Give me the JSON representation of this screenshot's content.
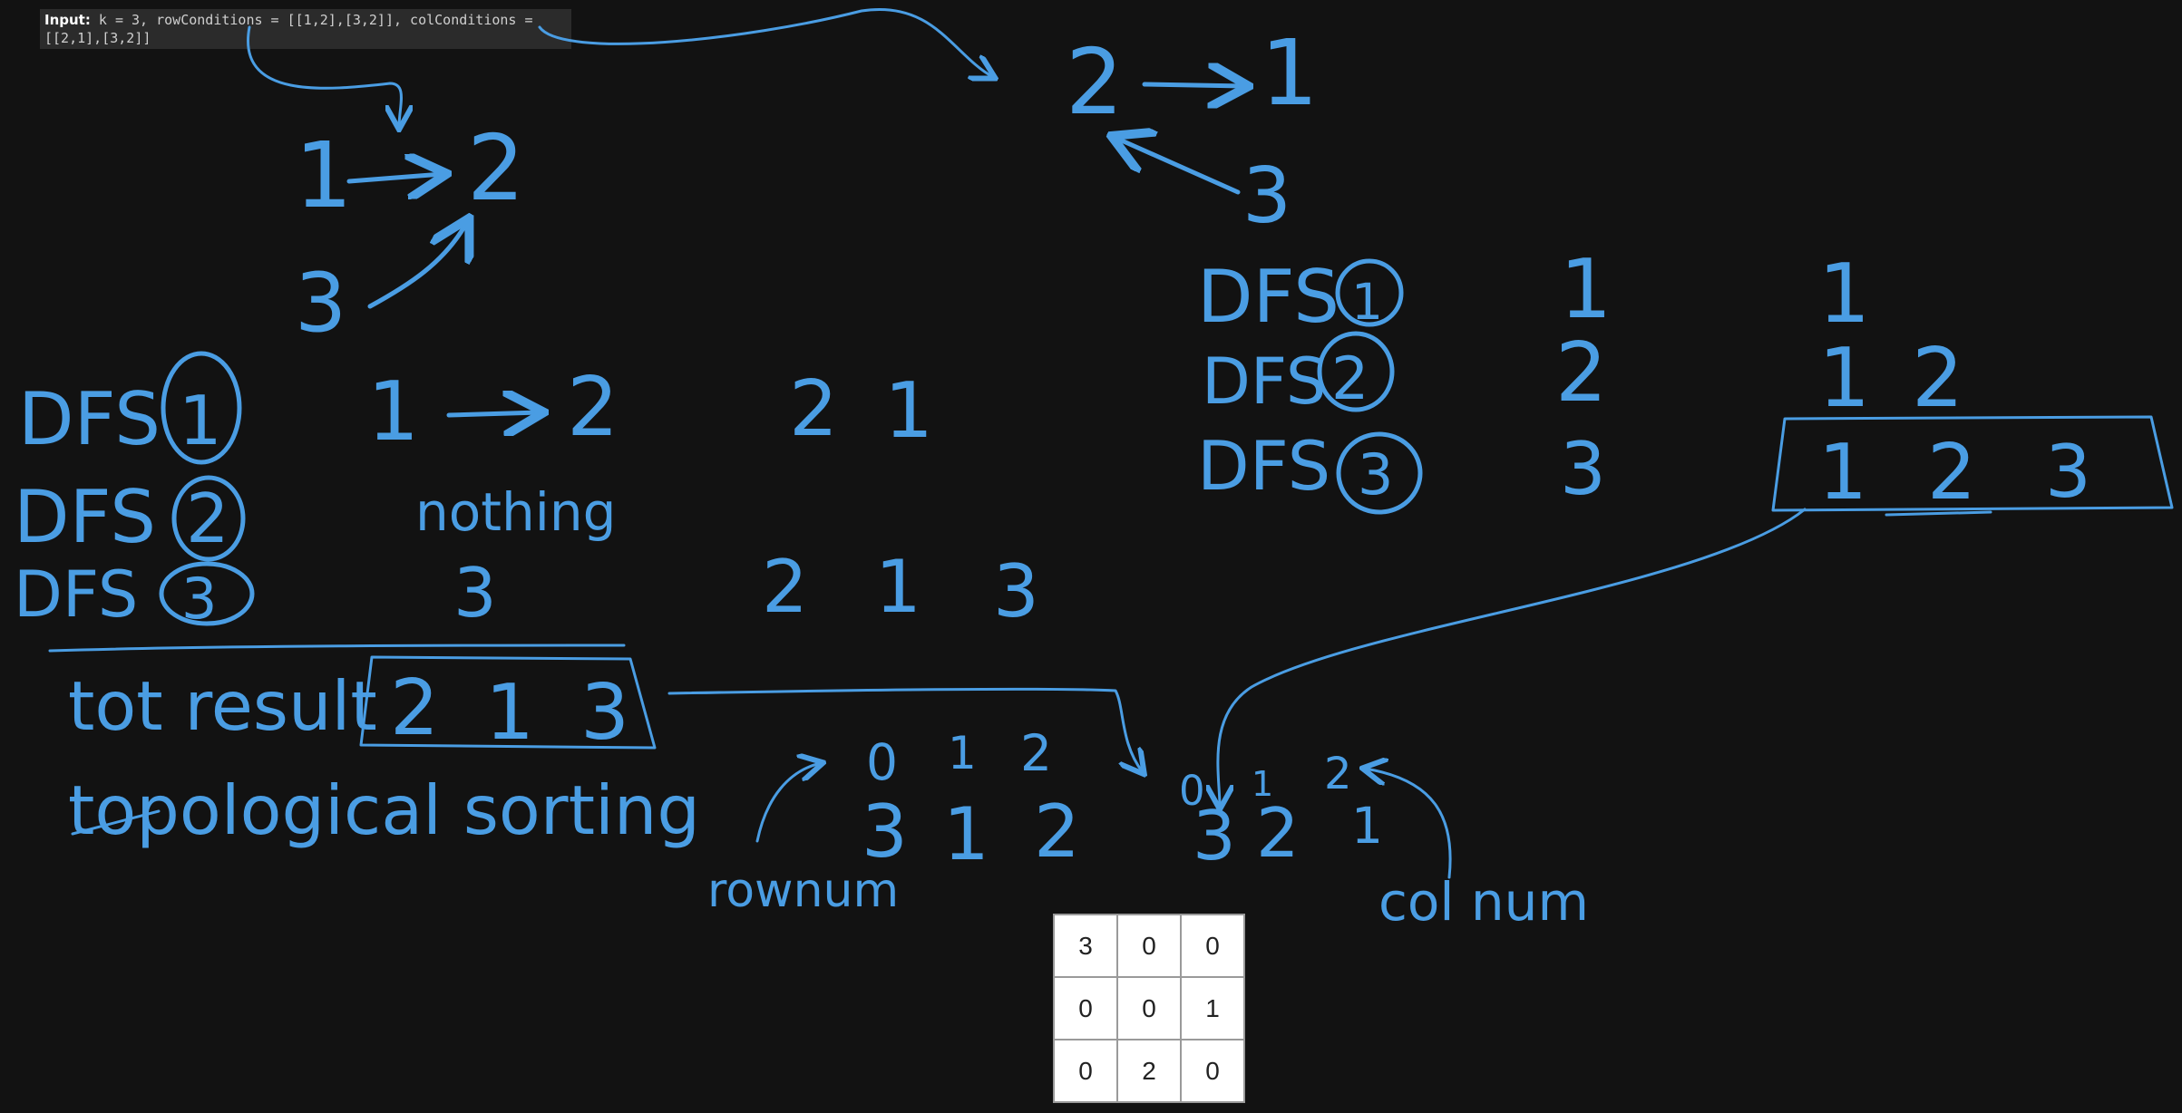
{
  "input": {
    "label": "Input:",
    "text": "k = 3, rowConditions = [[1,2],[3,2]], colConditions = [[2,1],[3,2]]"
  },
  "row_graph": {
    "n1": "1",
    "n2": "2",
    "n3": "3"
  },
  "col_graph": {
    "n2": "2",
    "n1": "1",
    "n3": "3"
  },
  "row_dfs": {
    "dfs1_label": "DFS",
    "dfs1_arg": "1",
    "dfs1_path_a": "1",
    "dfs1_path_b": "2",
    "dfs1_res_a": "2",
    "dfs1_res_b": "1",
    "dfs2_label": "DFS",
    "dfs2_arg": "2",
    "dfs2_note": "nothing",
    "dfs3_label": "DFS",
    "dfs3_arg": "3",
    "dfs3_path": "3",
    "dfs3_res_a": "2",
    "dfs3_res_b": "1",
    "dfs3_res_c": "3"
  },
  "col_dfs": {
    "dfs1_label": "DFS",
    "dfs1_arg": "1",
    "dfs1_visit": "1",
    "dfs1_res": "1",
    "dfs2_label": "DFS",
    "dfs2_arg": "2",
    "dfs2_visit": "2",
    "dfs2_res_a": "1",
    "dfs2_res_b": "2",
    "dfs3_label": "DFS",
    "dfs3_arg": "3",
    "dfs3_visit": "3",
    "final": [
      "1",
      "2",
      "3"
    ]
  },
  "tot_result": {
    "label": "tot result",
    "values": [
      "2",
      "1",
      "3"
    ]
  },
  "topo_label": "topological sorting",
  "rownum": {
    "label": "rownum",
    "indices": [
      "0",
      "1",
      "2"
    ],
    "values": [
      "3",
      "1",
      "2"
    ]
  },
  "colnum": {
    "label": "col num",
    "indices": [
      "0",
      "1",
      "2"
    ],
    "values": [
      "3",
      "2",
      "1"
    ]
  },
  "matrix": [
    [
      "3",
      "0",
      "0"
    ],
    [
      "0",
      "0",
      "1"
    ],
    [
      "0",
      "2",
      "0"
    ]
  ]
}
